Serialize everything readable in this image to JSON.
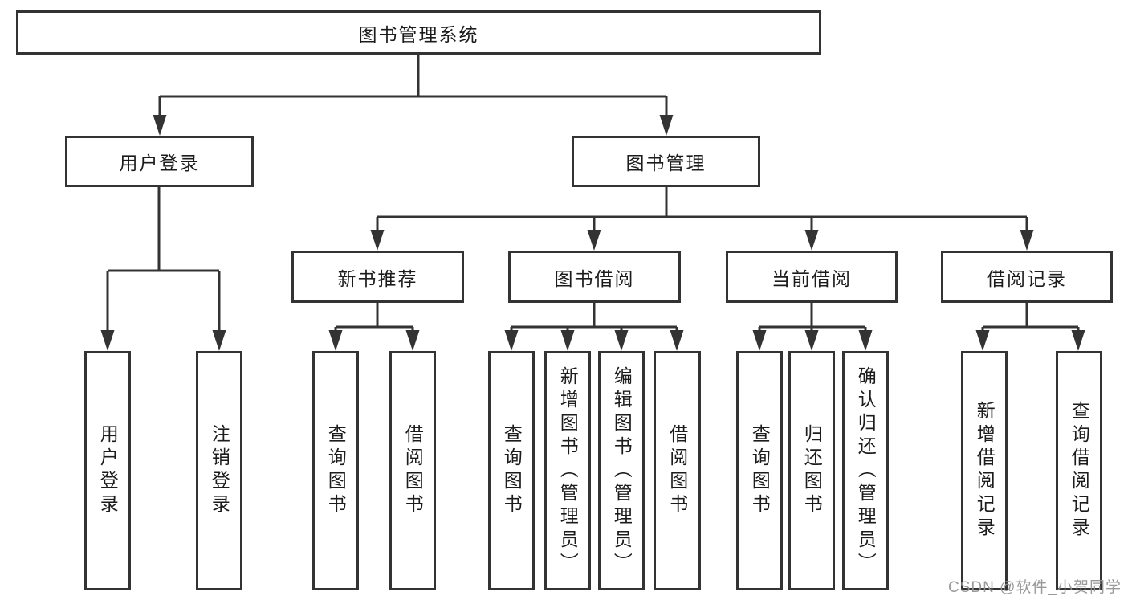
{
  "diagram": {
    "root": {
      "label": "图书管理系统"
    },
    "level2": [
      {
        "label": "用户登录"
      },
      {
        "label": "图书管理"
      }
    ],
    "level3": [
      {
        "label": "新书推荐"
      },
      {
        "label": "图书借阅"
      },
      {
        "label": "当前借阅"
      },
      {
        "label": "借阅记录"
      }
    ],
    "leaves": {
      "user_login": [
        "用户登录",
        "注销登录"
      ],
      "new_book_recommend": [
        "查询图书",
        "借阅图书"
      ],
      "book_borrow": [
        "查询图书",
        "新增图书（管理员）",
        "编辑图书（管理员）",
        "借阅图书"
      ],
      "current_borrow": [
        "查询图书",
        "归还图书",
        "确认归还（管理员）"
      ],
      "borrow_record": [
        "新增借阅记录",
        "查询借阅记录"
      ]
    },
    "watermark": "CSDN @软件_小贺同学",
    "colors": {
      "line": "#333333",
      "text": "#1c1c1c",
      "box_background": "#ffffff",
      "page_background": "#ffffff",
      "watermark": "#949494"
    }
  }
}
